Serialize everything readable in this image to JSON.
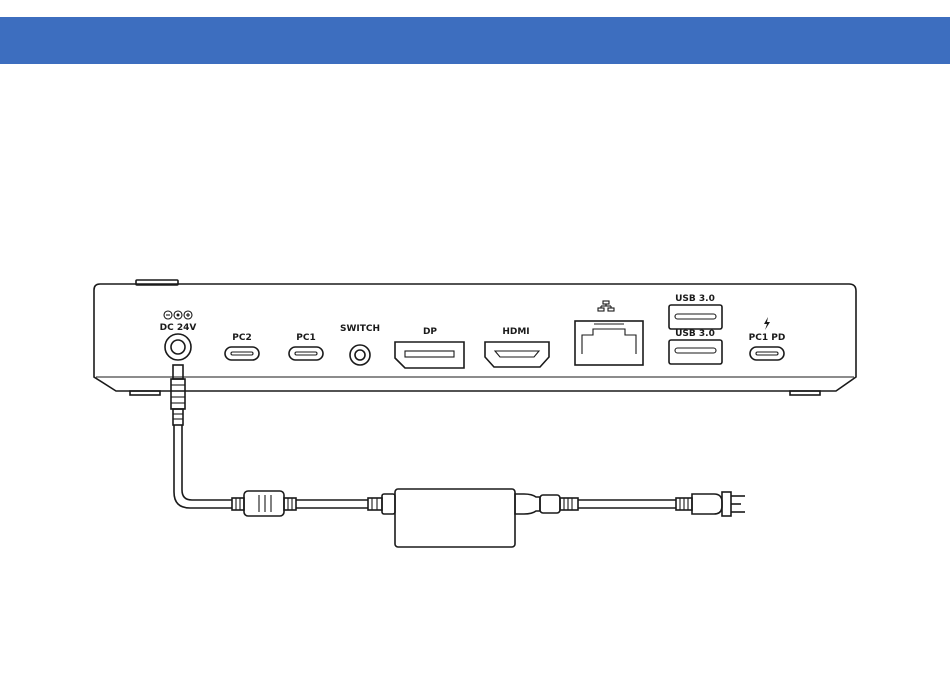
{
  "header": {
    "color": "#3d6ebf"
  },
  "dock": {
    "power_polarity_icon": "dc-polarity-icon",
    "ports": {
      "dc_in": "DC 24V",
      "pc2": "PC2",
      "pc1": "PC1",
      "switch": "SWITCH",
      "dp": "DP",
      "hdmi": "HDMI",
      "ethernet_icon": "network-icon",
      "usb_top": "USB 3.0",
      "usb_bottom": "USB 3.0",
      "pc1_pd": "PC1 PD",
      "pd_icon": "lightning-icon"
    }
  },
  "accessories": [
    "power-adapter",
    "ac-power-plug"
  ]
}
